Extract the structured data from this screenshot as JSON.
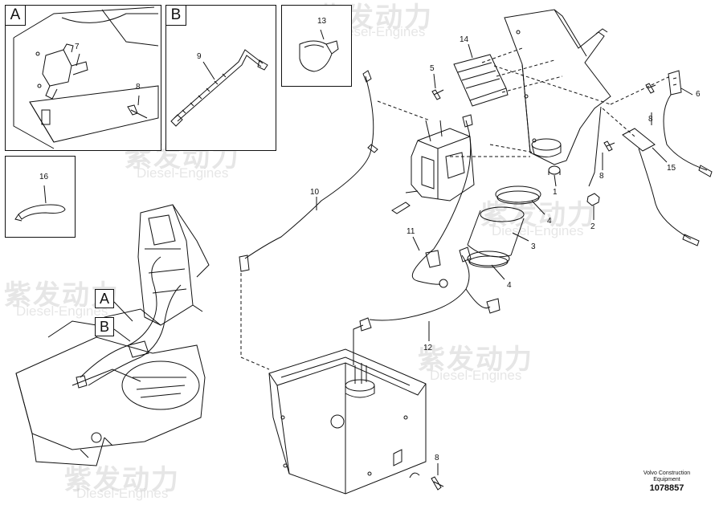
{
  "insets": {
    "A": {
      "letter": "A",
      "callouts": [
        "7",
        "8"
      ]
    },
    "B": {
      "letter": "B",
      "callouts": [
        "9"
      ]
    },
    "C": {
      "callouts": [
        "13"
      ]
    },
    "D": {
      "callouts": [
        "16"
      ]
    }
  },
  "overview_tags": [
    "A",
    "B"
  ],
  "callouts": [
    "14",
    "5",
    "6",
    "8",
    "8",
    "15",
    "1",
    "2",
    "4",
    "3",
    "4",
    "10",
    "11",
    "12",
    "8"
  ],
  "watermark": {
    "cn": "紫发动力",
    "en": "Diesel-Engines"
  },
  "footer": {
    "brand_line1": "Volvo Construction",
    "brand_line2": "Equipment",
    "part_number": "1078857"
  }
}
